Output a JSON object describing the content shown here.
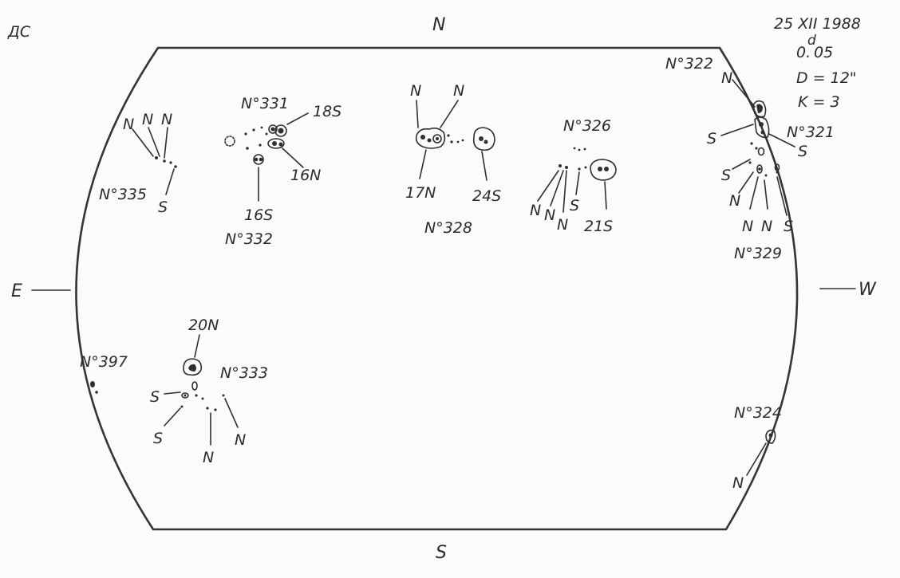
{
  "header": {
    "observatory": "ДС",
    "date": "25 XII 1988",
    "time_main": "0.",
    "time_sup": "d",
    "time_frac": "05",
    "diameter": "D = 12\"",
    "k_index": "K = 3"
  },
  "cardinals": {
    "north": "N",
    "south": "S",
    "east": "E",
    "west": "W"
  },
  "groups": {
    "g331": "N°331",
    "g332": "N°332",
    "g335": "N°335",
    "g328": "N°328",
    "g326": "N°326",
    "g322": "N°322",
    "g321": "N°321",
    "g329": "N°329",
    "g397": "N°397",
    "g333": "N°333",
    "g324": "N°324"
  },
  "polarity": {
    "p18s": "18S",
    "p16n": "16N",
    "p16s": "16S",
    "p335_n1": "N",
    "p335_n2": "N",
    "p335_n3": "N",
    "p335_s": "S",
    "p328_n1": "N",
    "p328_n2": "N",
    "p17n": "17N",
    "p24s": "24S",
    "p326_n1": "N",
    "p326_n2": "N",
    "p326_n3": "N",
    "p326_s": "S",
    "p21s": "21S",
    "p322_n": "N",
    "p321_s1": "S",
    "p321_s2": "S",
    "p329_s": "S",
    "p329_n1": "N",
    "p329_n2": "N",
    "p329_n3": "N",
    "p329_s2": "S",
    "p20n": "20N",
    "p333_s1": "S",
    "p333_s2": "S",
    "p333_n1": "N",
    "p333_n2": "N",
    "p324_n": "N"
  }
}
